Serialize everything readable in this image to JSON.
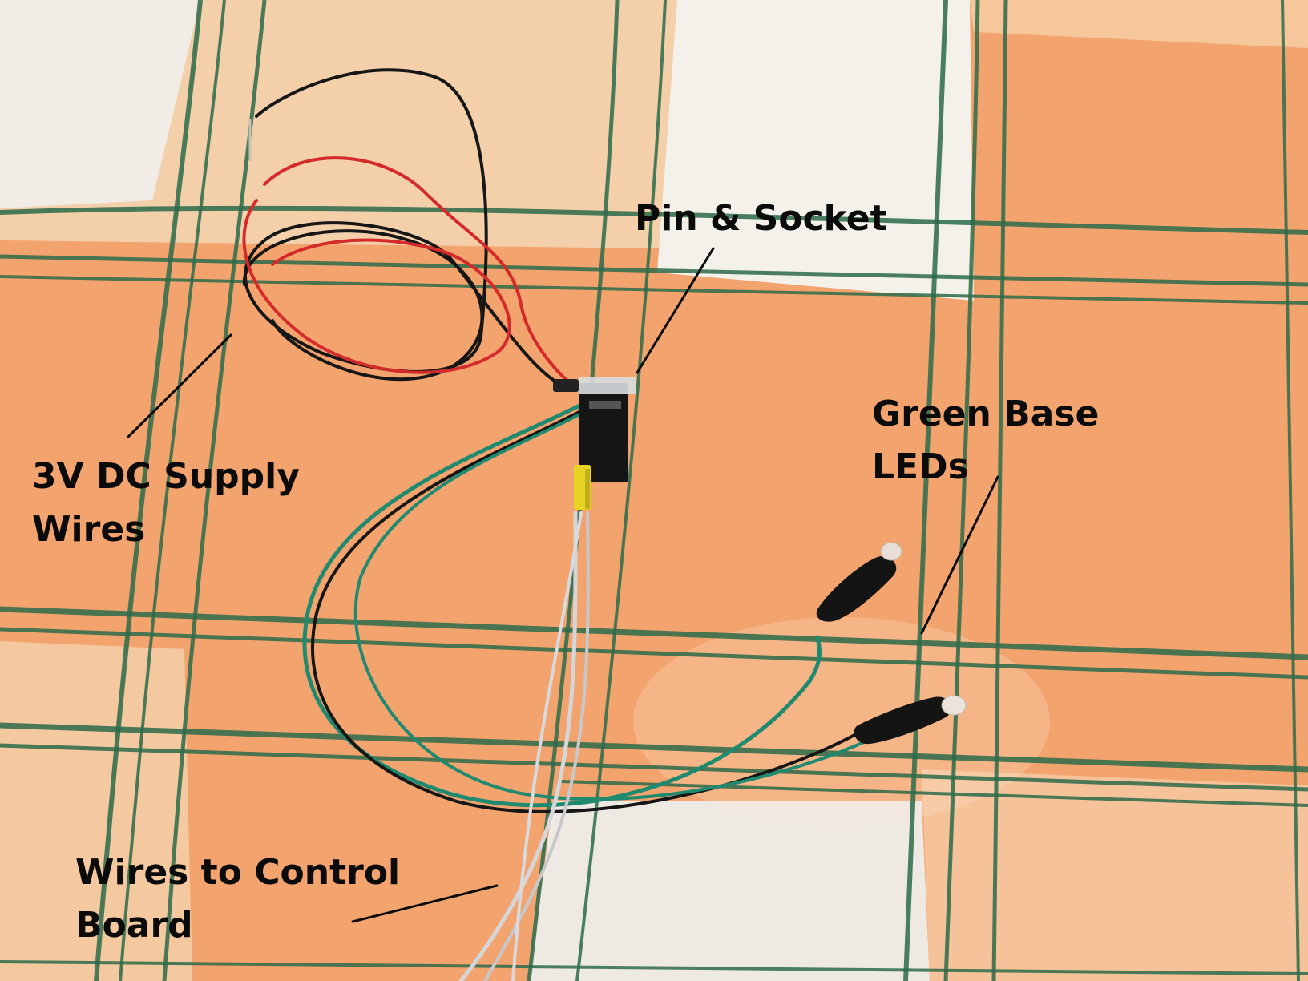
{
  "annotations": {
    "pin_socket": "Pin & Socket",
    "supply": [
      "3V DC Supply",
      "Wires"
    ],
    "leds": [
      "Green Base",
      "LEDs"
    ],
    "control": [
      "Wires to Control",
      "Board"
    ]
  },
  "colors": {
    "tablecloth_orange": "#f3a46e",
    "tablecloth_light": "#f6c99c",
    "tablecloth_white": "#f3ede6",
    "plaid_green": "#2d6b4a",
    "wire_red": "#d42a2a",
    "wire_black": "#161616",
    "wire_green": "#1f8a70",
    "wire_grey": "#d4d6da",
    "wire_yellow": "#e7d322",
    "label_text": "#0b0b0b"
  }
}
